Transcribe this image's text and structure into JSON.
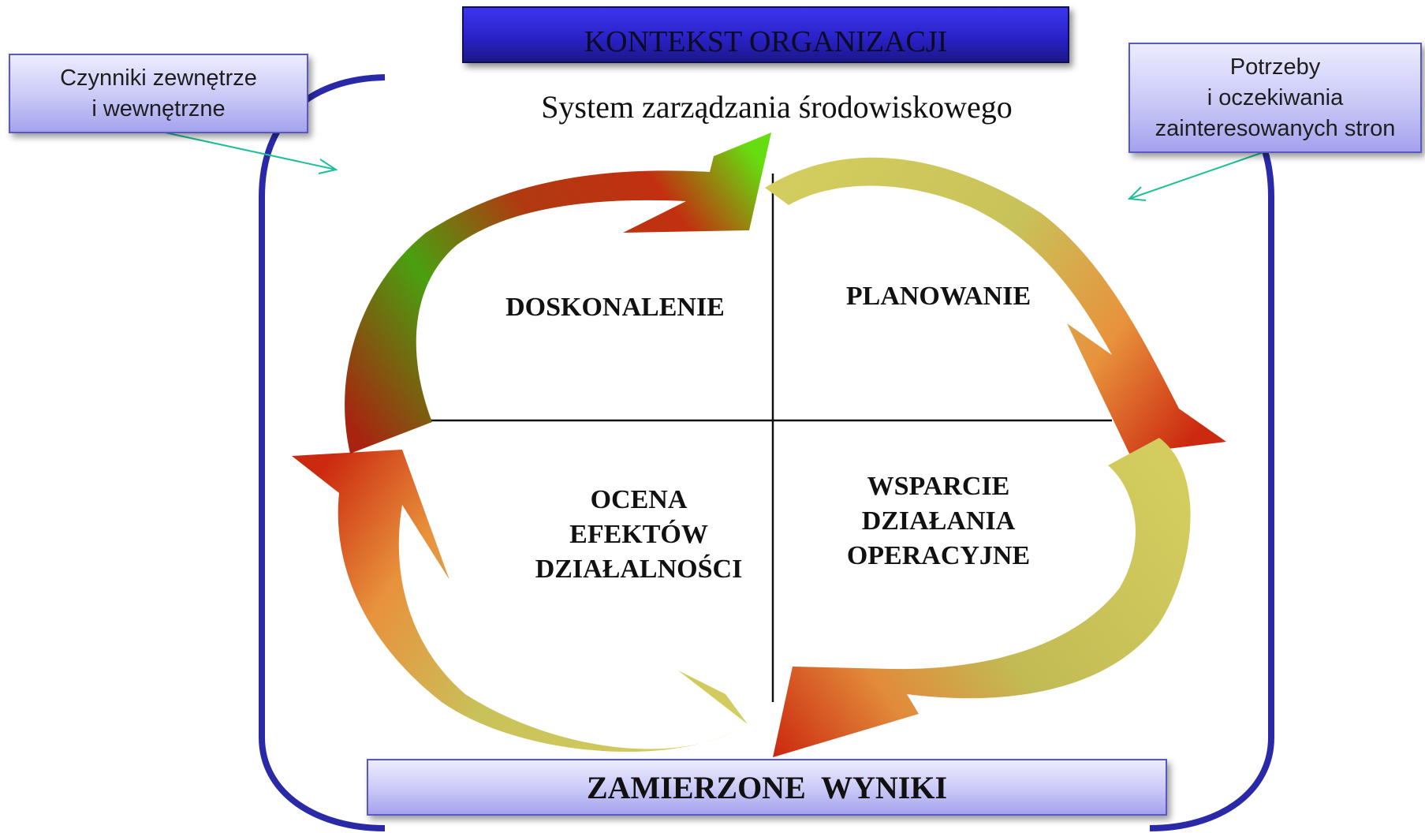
{
  "header": {
    "title": "KONTEKST ORGANIZACJI"
  },
  "subtitle": "System zarządzania środowiskowego",
  "left_box": {
    "line1": "Czynniki zewnętrze",
    "line2": "i wewnętrzne"
  },
  "right_box": {
    "line1": "Potrzeby",
    "line2": "i oczekiwania",
    "line3": "zainteresowanych stron"
  },
  "quadrants": {
    "top_left": {
      "line1": "DOSKONALENIE"
    },
    "top_right": {
      "line1": "PLANOWANIE"
    },
    "bottom_left": {
      "line1": "OCENA",
      "line2": "EFEKTÓW",
      "line3": "DZIAŁALNOŚCI"
    },
    "bottom_right": {
      "line1": "WSPARCIE",
      "line2": "DZIAŁANIA",
      "line3": "OPERACYJNE"
    }
  },
  "footer": {
    "title": "ZAMIERZONE  WYNIKI"
  },
  "colors": {
    "frame": "#2a2aa8",
    "pointer": "#1fbf9a",
    "arrow_olive": "#cfc95a",
    "arrow_orange": "#e8923c",
    "arrow_red": "#cc2a10",
    "arrow_green": "#66dd10"
  }
}
